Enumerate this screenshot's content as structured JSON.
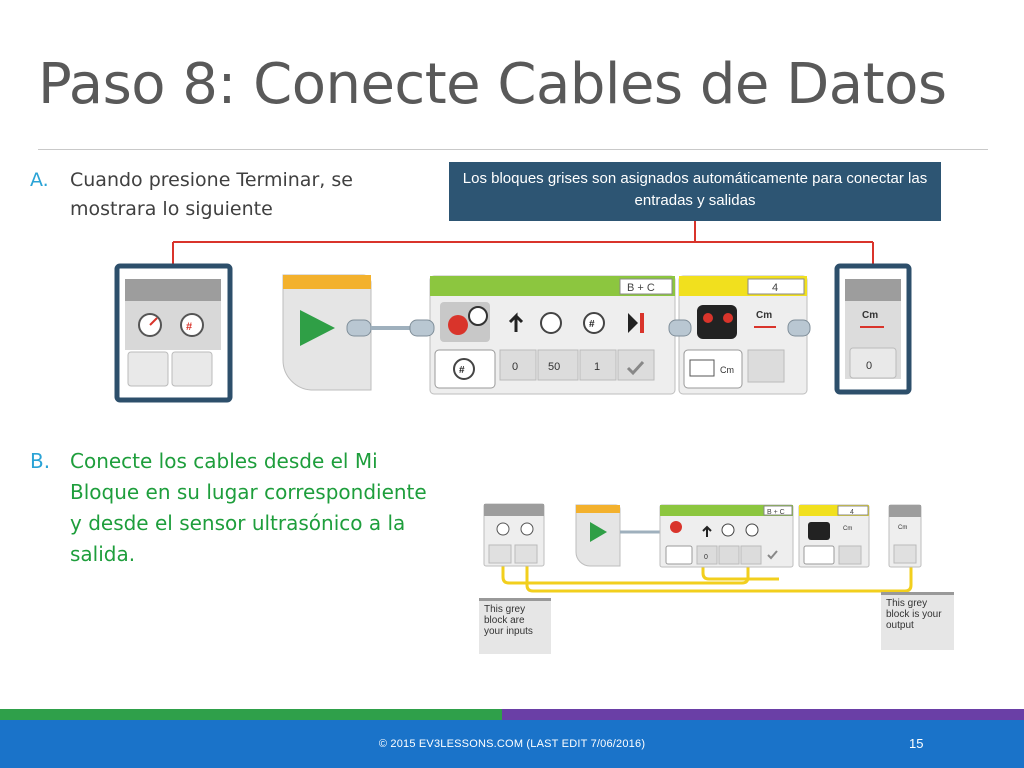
{
  "slide": {
    "title": "Paso 8: Conecte Cables de Datos",
    "bullet_a": {
      "marker": "A.",
      "text": "Cuando presione Terminar, se mostrara lo siguiente"
    },
    "bullet_b": {
      "marker": "B.",
      "text": "Conecte los cables desde el Mi Bloque en su lugar correspondiente y desde el sensor ultrasónico a la salida."
    },
    "callout": "Los bloques grises son asignados automáticamente para conectar las entradas y salidas"
  },
  "program_top": {
    "motor_ports": "B + C",
    "sensor_port": "4",
    "motor_values": [
      "0",
      "50",
      "1"
    ],
    "sensor_unit": "Cm",
    "output_unit": "Cm",
    "output_value": "0"
  },
  "program_bottom": {
    "motor_ports": "B + C",
    "sensor_port": "4",
    "motor_value": "0",
    "sensor_unit": "Cm",
    "output_unit": "Cm",
    "note_inputs": "This grey block are your inputs",
    "note_output": "This grey block is your output"
  },
  "footer": {
    "copyright": "© 2015 EV3LESSONS.COM (LAST EDIT 7/06/2016)",
    "page": "15"
  },
  "colors": {
    "title": "#595959",
    "bullet_marker": "#2aa3d6",
    "bullet_b_text": "#1e9e3c",
    "callout_bg": "#2d5573",
    "highlight_border": "#2d4f6b",
    "wire_red": "#d9342b",
    "wire_yellow": "#f2cf1d",
    "band_green": "#2fa04a",
    "band_purple": "#6a3fa6",
    "footer_bg": "#1a73c9"
  }
}
